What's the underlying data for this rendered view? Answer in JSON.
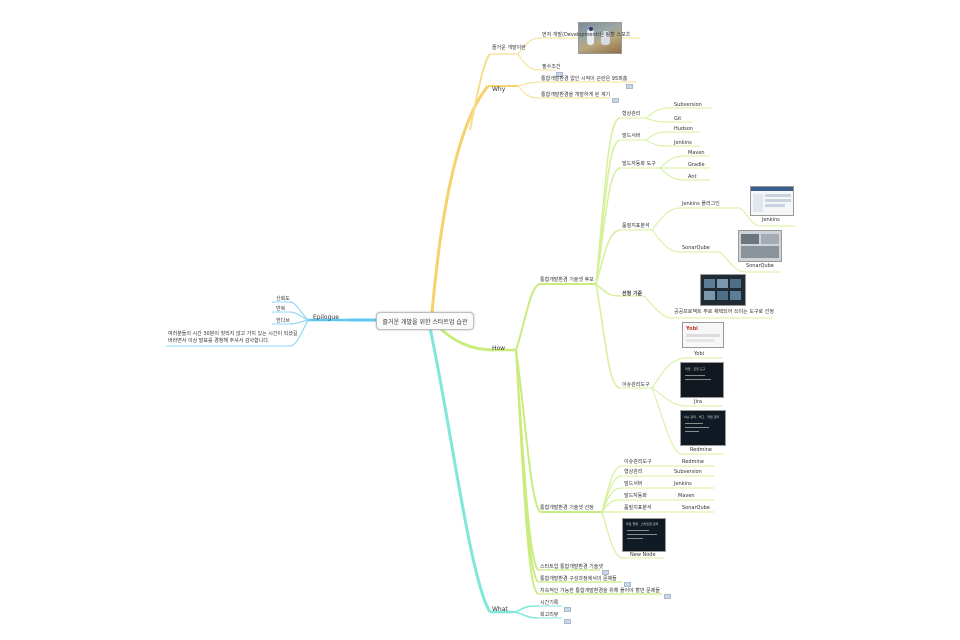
{
  "center": {
    "title": "즐거운 개발을 위한 스타트업 습관"
  },
  "branches": {
    "why": "Why",
    "how": "How",
    "what": "What",
    "epilogue": "Epilogue"
  },
  "why": {
    "fun_dev": "즐거운 개발이란",
    "dev_sport": "먼저 개발(Development)은 팀할 스포츠",
    "prereq": "필수조건",
    "env_80": "통합개발환경 없인 시작이 곤란은 95퍼홈",
    "motive": "통합개발환경을 개발하게 된 계기"
  },
  "how": {
    "candidates": "통합개발환경 기술셋 후보",
    "config": "형상관리",
    "svn": "Subversion",
    "git": "Git",
    "build_server": "빌드서버",
    "hudson": "Hudson",
    "jenkins": "Jenkins",
    "build_auto": "빌드자동화 도구",
    "maven": "Maven",
    "gradle": "Gradle",
    "ant": "Ant",
    "quality": "품질지표분석",
    "jenkins_plugin": "Jenkins 플러그인",
    "jenkins_cap": "Jenkins",
    "sonar": "SonarQube",
    "sonar_cap": "SonarQube",
    "criteria": "선정 기준",
    "criteria_desc": "공공프로젝트 주로 채택되어 쓰이는 도구로 선정",
    "issue": "이슈관리도구",
    "yobi": "Yobi",
    "jira": "Jira",
    "redmine": "Redmine",
    "selection": "통합개발환경 기술셋 선정",
    "sel_issue": "이슈관리도구",
    "sel_issue_val": "Redmine",
    "sel_config": "형상관리",
    "sel_config_val": "Subversion",
    "sel_build": "빌드서버",
    "sel_build_val": "Jenkins",
    "sel_auto": "빌드자동화",
    "sel_auto_val": "Maven",
    "sel_quality": "품질지표분석",
    "sel_quality_val": "SonarQube",
    "new_node": "New Node",
    "startup_env": "스타트업 통합개발환경 기술셋",
    "env_problem": "통합개발환경 구성과정에서의 문제들",
    "sustain": "지속적인 가능한 통합개발환경을 위해 풀어야 할만 문제들"
  },
  "what": {
    "timeline": "시간기록",
    "retro": "회고리뷰"
  },
  "epilogue": {
    "sinreu": "신뢰도",
    "banbok": "반복",
    "kinda": "한다브",
    "thanks_1": "여러분들의 시간 30분이 헛되지 않고 가치 있는 시간이 되셨길",
    "thanks_2": "바라면서 이상 발표를 경청해 주셔서 감사합니다."
  },
  "thumbs": {
    "jira_text": "커밋 · 코딩 도구",
    "redmine_text": "이슈 관리 · 버그 · 작업 관리",
    "new_node_text": "무료 플랜 · 스타트업 관리"
  },
  "colors": {
    "why": "#f5d26b",
    "why_dark": "#f0c040",
    "how": "#c9ec7d",
    "how_dark": "#b6e05a",
    "what": "#7fe8d8",
    "epilogue": "#5ec8f0",
    "note": "#c9d6e6"
  }
}
